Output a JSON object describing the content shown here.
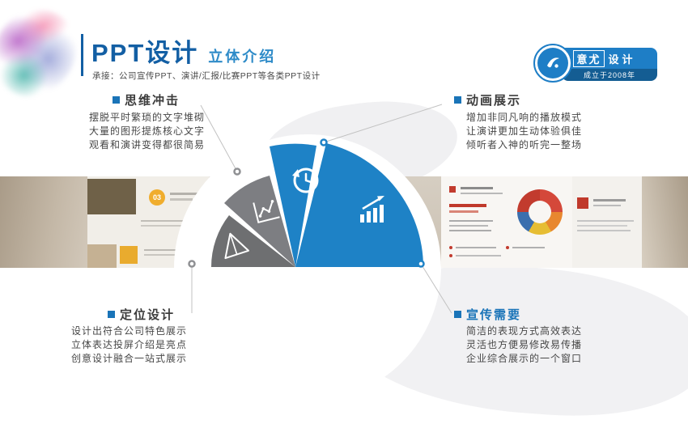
{
  "header": {
    "title": "PPT设计",
    "subtitle": "立体介绍",
    "tagline": "承接：公司宣传PPT、演讲/汇报/比赛PPT等各类PPT设计"
  },
  "badge": {
    "brand_primary": "意尤",
    "brand_secondary": "设计",
    "since": "成立于2008年"
  },
  "sections": {
    "top_left": {
      "title": "思维冲击",
      "lines": [
        "摆脱平时繁琐的文字堆砌",
        "大量的图形提炼核心文字",
        "观看和演讲变得都很简易"
      ]
    },
    "top_right": {
      "title": "动画展示",
      "lines": [
        "增加非同凡响的播放模式",
        "让演讲更加生动体验俱佳",
        "倾听者入神的听完一整场"
      ]
    },
    "bottom_left": {
      "title": "定位设计",
      "lines": [
        "设计出符合公司特色展示",
        "立体表达投屏介绍是亮点",
        "创意设计融合一站式展示"
      ]
    },
    "bottom_right": {
      "title": "宣传需要",
      "lines": [
        "简洁的表现方式高效表达",
        "灵活也方便易修改易传播",
        "企业综合展示的一个窗口"
      ]
    }
  },
  "banner": {
    "slide_number_badge": "03"
  },
  "fan": {
    "wedges": [
      {
        "icon": "pyramid-icon",
        "color": "#6e6f71"
      },
      {
        "icon": "trend-chart-icon",
        "color": "#7d7e82"
      },
      {
        "icon": "history-clock-icon",
        "color": "#1e82c6"
      },
      {
        "icon": "growth-bars-icon",
        "color": "#1e82c6"
      }
    ]
  },
  "colors": {
    "accent_blue": "#1a74b8",
    "title_blue": "#135fa4",
    "subtitle_blue": "#2e8bc8",
    "ribbon_blue": "#1e7ec6",
    "ribbon_dark_blue": "#145d93",
    "wedge_gray_dark": "#6e6f71",
    "wedge_gray": "#7d7e82",
    "wedge_blue": "#1e82c6",
    "text_dark": "#3c3c3c"
  }
}
